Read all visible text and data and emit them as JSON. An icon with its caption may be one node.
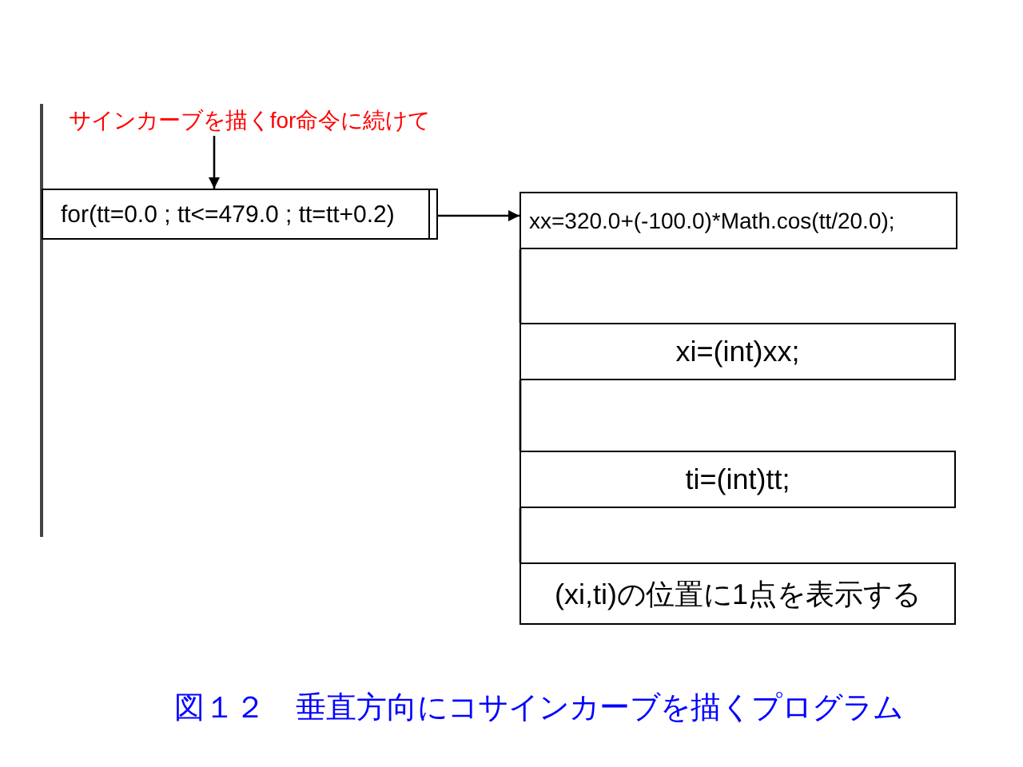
{
  "diagram": {
    "caption": "図１２　垂直方向にコサインカーブを描くプログラム",
    "nodes": [
      {
        "text": [
          "サインカーブを描くfor命令に続けて"
        ]
      },
      {
        "text": [
          "for(tt=0.0 ; tt<=479.0 ; tt=tt+0.2)"
        ]
      },
      {
        "text": [
          "xx=320.0+(-100.0)*Math.cos(tt/20.0);"
        ]
      },
      {
        "text": [
          "xi=(int)xx;"
        ]
      },
      {
        "text": [
          "ti=(int)tt;"
        ]
      },
      {
        "text": [
          "(xi,ti)の位置に1点を表示する"
        ]
      }
    ],
    "edges": [
      {
        "from": 0,
        "to": 1,
        "arrow": "to"
      },
      {
        "from": 1,
        "to": 2,
        "arrow": "to"
      },
      {
        "from": 2,
        "to": 3,
        "arrow": "none"
      },
      {
        "from": 3,
        "to": 4,
        "arrow": "none"
      },
      {
        "from": 4,
        "to": 5,
        "arrow": "none"
      }
    ]
  }
}
